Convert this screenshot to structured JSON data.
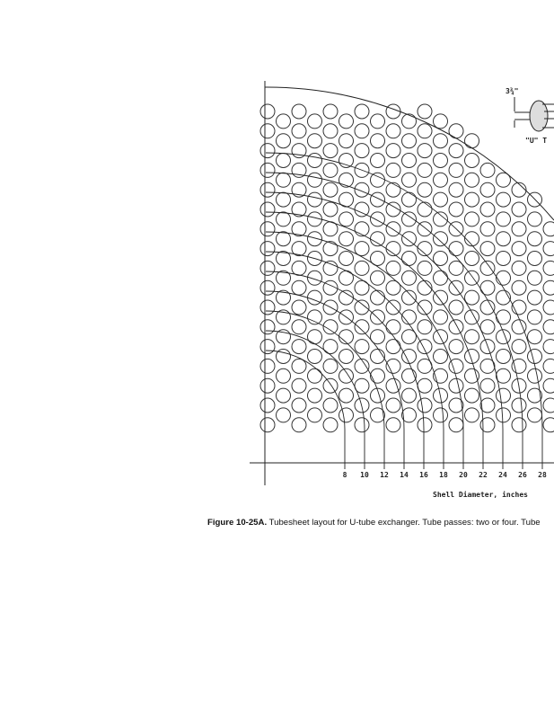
{
  "figure": {
    "inset_dimension": "3¾\"",
    "inset_label": "\"U\" T",
    "diameter_ticks": [
      "8",
      "10",
      "12",
      "14",
      "16",
      "18",
      "20",
      "22",
      "24",
      "26",
      "28"
    ],
    "axis_label": "Shell Diameter, inches"
  },
  "caption": {
    "number": "Figure 10-25A.",
    "text": " Tubesheet layout for U-tube exchanger. Tube passes: two or four. Tube"
  }
}
